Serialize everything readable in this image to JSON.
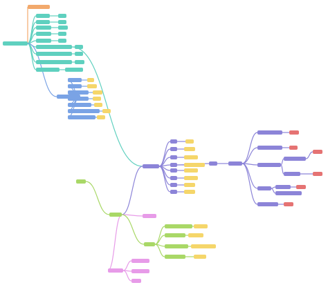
{
  "colors": {
    "teal": "#5fd0bf",
    "blue": "#7aa3e5",
    "purple": "#8c84d8",
    "green": "#a9d867",
    "pink": "#e79be8",
    "orange": "#f2a96c",
    "yellow": "#f5d66a",
    "red": "#e57373"
  },
  "nodes": [
    {
      "id": "root1",
      "label": "",
      "color": "teal"
    },
    {
      "id": "t0",
      "label": "",
      "color": "orange"
    },
    {
      "id": "t1",
      "label": "",
      "color": "teal"
    },
    {
      "id": "t1v",
      "label": "",
      "color": "teal"
    },
    {
      "id": "t2",
      "label": "",
      "color": "teal"
    },
    {
      "id": "t2v",
      "label": "",
      "color": "teal"
    },
    {
      "id": "t3",
      "label": "",
      "color": "teal"
    },
    {
      "id": "t3v",
      "label": "",
      "color": "teal"
    },
    {
      "id": "t4",
      "label": "",
      "color": "teal"
    },
    {
      "id": "t4v",
      "label": "",
      "color": "teal"
    },
    {
      "id": "t5",
      "label": "",
      "color": "teal"
    },
    {
      "id": "t5v",
      "label": "",
      "color": "teal"
    },
    {
      "id": "t6",
      "label": "",
      "color": "teal"
    },
    {
      "id": "t6v",
      "label": "",
      "color": "teal"
    },
    {
      "id": "t7",
      "label": "",
      "color": "teal"
    },
    {
      "id": "t7v",
      "label": "",
      "color": "teal"
    },
    {
      "id": "t8",
      "label": "",
      "color": "teal"
    },
    {
      "id": "t8v",
      "label": "",
      "color": "teal"
    },
    {
      "id": "t9",
      "label": "",
      "color": "teal"
    },
    {
      "id": "t9v",
      "label": "",
      "color": "teal"
    },
    {
      "id": "b0",
      "label": "",
      "color": "blue"
    },
    {
      "id": "b1",
      "label": "",
      "color": "blue"
    },
    {
      "id": "b1v",
      "label": "",
      "color": "yellow"
    },
    {
      "id": "b2",
      "label": "",
      "color": "blue"
    },
    {
      "id": "b2v",
      "label": "",
      "color": "yellow"
    },
    {
      "id": "b3",
      "label": "",
      "color": "blue"
    },
    {
      "id": "b3v",
      "label": "",
      "color": "yellow"
    },
    {
      "id": "b4",
      "label": "",
      "color": "blue"
    },
    {
      "id": "b4v",
      "label": "",
      "color": "yellow"
    },
    {
      "id": "b5",
      "label": "",
      "color": "blue"
    },
    {
      "id": "b5v",
      "label": "",
      "color": "yellow"
    },
    {
      "id": "b6",
      "label": "",
      "color": "blue"
    },
    {
      "id": "b6v",
      "label": "",
      "color": "yellow"
    },
    {
      "id": "b7",
      "label": "",
      "color": "blue"
    },
    {
      "id": "b7v",
      "label": "",
      "color": "yellow"
    },
    {
      "id": "g0",
      "label": "",
      "color": "green"
    },
    {
      "id": "g1",
      "label": "",
      "color": "green"
    },
    {
      "id": "p0",
      "label": "",
      "color": "purple"
    },
    {
      "id": "p1",
      "label": "",
      "color": "purple"
    },
    {
      "id": "p1v",
      "label": "",
      "color": "yellow"
    },
    {
      "id": "p2",
      "label": "",
      "color": "purple"
    },
    {
      "id": "p2v",
      "label": "",
      "color": "yellow"
    },
    {
      "id": "p3",
      "label": "",
      "color": "purple"
    },
    {
      "id": "p3v",
      "label": "",
      "color": "yellow"
    },
    {
      "id": "p4",
      "label": "",
      "color": "purple"
    },
    {
      "id": "p4v",
      "label": "",
      "color": "yellow"
    },
    {
      "id": "p5",
      "label": "",
      "color": "purple"
    },
    {
      "id": "p5v",
      "label": "",
      "color": "yellow"
    },
    {
      "id": "p6",
      "label": "",
      "color": "purple"
    },
    {
      "id": "p6v",
      "label": "",
      "color": "yellow"
    },
    {
      "id": "p7",
      "label": "",
      "color": "purple"
    },
    {
      "id": "p7v",
      "label": "",
      "color": "yellow"
    },
    {
      "id": "p8",
      "label": "",
      "color": "purple"
    },
    {
      "id": "p8v",
      "label": "",
      "color": "yellow"
    },
    {
      "id": "pm",
      "label": "",
      "color": "purple"
    },
    {
      "id": "pm2",
      "label": "",
      "color": "purple"
    },
    {
      "id": "q1",
      "label": "",
      "color": "purple"
    },
    {
      "id": "q1v",
      "label": "",
      "color": "red"
    },
    {
      "id": "q2",
      "label": "",
      "color": "purple"
    },
    {
      "id": "q2v",
      "label": "",
      "color": "red"
    },
    {
      "id": "q3",
      "label": "",
      "color": "purple"
    },
    {
      "id": "q3a",
      "label": "",
      "color": "purple"
    },
    {
      "id": "q3av",
      "label": "",
      "color": "red"
    },
    {
      "id": "q3b",
      "label": "",
      "color": "purple"
    },
    {
      "id": "q3bv",
      "label": "",
      "color": "red"
    },
    {
      "id": "q4",
      "label": "",
      "color": "purple"
    },
    {
      "id": "q4a",
      "label": "",
      "color": "purple"
    },
    {
      "id": "q4av",
      "label": "",
      "color": "red"
    },
    {
      "id": "q4b",
      "label": "",
      "color": "purple"
    },
    {
      "id": "q5",
      "label": "",
      "color": "purple"
    },
    {
      "id": "q5v",
      "label": "",
      "color": "red"
    },
    {
      "id": "k0",
      "label": "",
      "color": "pink"
    },
    {
      "id": "gr",
      "label": "",
      "color": "green"
    },
    {
      "id": "gr1",
      "label": "",
      "color": "green"
    },
    {
      "id": "gr1v",
      "label": "",
      "color": "yellow"
    },
    {
      "id": "gr2",
      "label": "",
      "color": "green"
    },
    {
      "id": "gr2v",
      "label": "",
      "color": "yellow"
    },
    {
      "id": "gr3",
      "label": "",
      "color": "green"
    },
    {
      "id": "gr3v",
      "label": "",
      "color": "yellow"
    },
    {
      "id": "gr4",
      "label": "",
      "color": "green"
    },
    {
      "id": "gr4v",
      "label": "",
      "color": "yellow"
    },
    {
      "id": "k1",
      "label": "",
      "color": "pink"
    },
    {
      "id": "k1a",
      "label": "",
      "color": "pink"
    },
    {
      "id": "k1b",
      "label": "",
      "color": "pink"
    },
    {
      "id": "k1c",
      "label": "",
      "color": "pink"
    }
  ],
  "edges": [
    [
      "root1",
      "t0",
      "orange"
    ],
    [
      "root1",
      "t1",
      "teal"
    ],
    [
      "root1",
      "t2",
      "teal"
    ],
    [
      "root1",
      "t3",
      "teal"
    ],
    [
      "root1",
      "t4",
      "teal"
    ],
    [
      "root1",
      "t5",
      "teal"
    ],
    [
      "root1",
      "t6",
      "teal"
    ],
    [
      "root1",
      "t7",
      "teal"
    ],
    [
      "root1",
      "t8",
      "teal"
    ],
    [
      "root1",
      "t9",
      "teal"
    ],
    [
      "root1",
      "b0",
      "blue"
    ],
    [
      "t1",
      "t1v",
      "teal"
    ],
    [
      "t2",
      "t2v",
      "teal"
    ],
    [
      "t3",
      "t3v",
      "teal"
    ],
    [
      "t4",
      "t4v",
      "teal"
    ],
    [
      "t5",
      "t5v",
      "teal"
    ],
    [
      "t6",
      "t6v",
      "teal"
    ],
    [
      "t7",
      "t7v",
      "teal"
    ],
    [
      "t8",
      "t8v",
      "teal"
    ],
    [
      "t9",
      "t9v",
      "teal"
    ],
    [
      "t6",
      "p0",
      "teal"
    ],
    [
      "b0",
      "b1",
      "blue"
    ],
    [
      "b0",
      "b2",
      "blue"
    ],
    [
      "b0",
      "b3",
      "blue"
    ],
    [
      "b0",
      "b4",
      "blue"
    ],
    [
      "b0",
      "b5",
      "blue"
    ],
    [
      "b0",
      "b6",
      "blue"
    ],
    [
      "b0",
      "b7",
      "blue"
    ],
    [
      "b1",
      "b1v",
      "blue"
    ],
    [
      "b2",
      "b2v",
      "blue"
    ],
    [
      "b3",
      "b3v",
      "blue"
    ],
    [
      "b4",
      "b4v",
      "blue"
    ],
    [
      "b5",
      "b5v",
      "blue"
    ],
    [
      "b6",
      "b6v",
      "blue"
    ],
    [
      "b7",
      "b7v",
      "blue"
    ],
    [
      "g0",
      "g1",
      "green"
    ],
    [
      "g1",
      "p0",
      "purple"
    ],
    [
      "g1",
      "k0",
      "pink"
    ],
    [
      "g1",
      "gr",
      "green"
    ],
    [
      "g1",
      "k1",
      "pink"
    ],
    [
      "p0",
      "p1",
      "purple"
    ],
    [
      "p0",
      "p2",
      "purple"
    ],
    [
      "p0",
      "p3",
      "purple"
    ],
    [
      "p0",
      "p4",
      "purple"
    ],
    [
      "p0",
      "p5",
      "purple"
    ],
    [
      "p0",
      "p6",
      "purple"
    ],
    [
      "p0",
      "p7",
      "purple"
    ],
    [
      "p0",
      "p8",
      "purple"
    ],
    [
      "p1",
      "p1v",
      "purple"
    ],
    [
      "p2",
      "p2v",
      "purple"
    ],
    [
      "p3",
      "p3v",
      "purple"
    ],
    [
      "p4",
      "p4v",
      "purple"
    ],
    [
      "p5",
      "p5v",
      "purple"
    ],
    [
      "p6",
      "p6v",
      "purple"
    ],
    [
      "p7",
      "p7v",
      "purple"
    ],
    [
      "p8",
      "p8v",
      "purple"
    ],
    [
      "p4",
      "pm",
      "purple"
    ],
    [
      "pm",
      "pm2",
      "purple"
    ],
    [
      "pm2",
      "q1",
      "purple"
    ],
    [
      "pm2",
      "q2",
      "purple"
    ],
    [
      "pm2",
      "q3",
      "purple"
    ],
    [
      "pm2",
      "q4",
      "purple"
    ],
    [
      "pm2",
      "q5",
      "purple"
    ],
    [
      "q1",
      "q1v",
      "purple"
    ],
    [
      "q2",
      "q2v",
      "purple"
    ],
    [
      "q3",
      "q3a",
      "purple"
    ],
    [
      "q3",
      "q3b",
      "purple"
    ],
    [
      "q3a",
      "q3av",
      "purple"
    ],
    [
      "q3b",
      "q3bv",
      "purple"
    ],
    [
      "q4",
      "q4a",
      "purple"
    ],
    [
      "q4",
      "q4b",
      "purple"
    ],
    [
      "q4a",
      "q4av",
      "purple"
    ],
    [
      "q5",
      "q5v",
      "purple"
    ],
    [
      "gr",
      "gr1",
      "green"
    ],
    [
      "gr",
      "gr2",
      "green"
    ],
    [
      "gr",
      "gr3",
      "green"
    ],
    [
      "gr",
      "gr4",
      "green"
    ],
    [
      "gr1",
      "gr1v",
      "green"
    ],
    [
      "gr2",
      "gr2v",
      "green"
    ],
    [
      "gr3",
      "gr3v",
      "green"
    ],
    [
      "gr4",
      "gr4v",
      "green"
    ],
    [
      "k1",
      "k1a",
      "pink"
    ],
    [
      "k1",
      "k1b",
      "pink"
    ],
    [
      "k1",
      "k1c",
      "pink"
    ]
  ]
}
